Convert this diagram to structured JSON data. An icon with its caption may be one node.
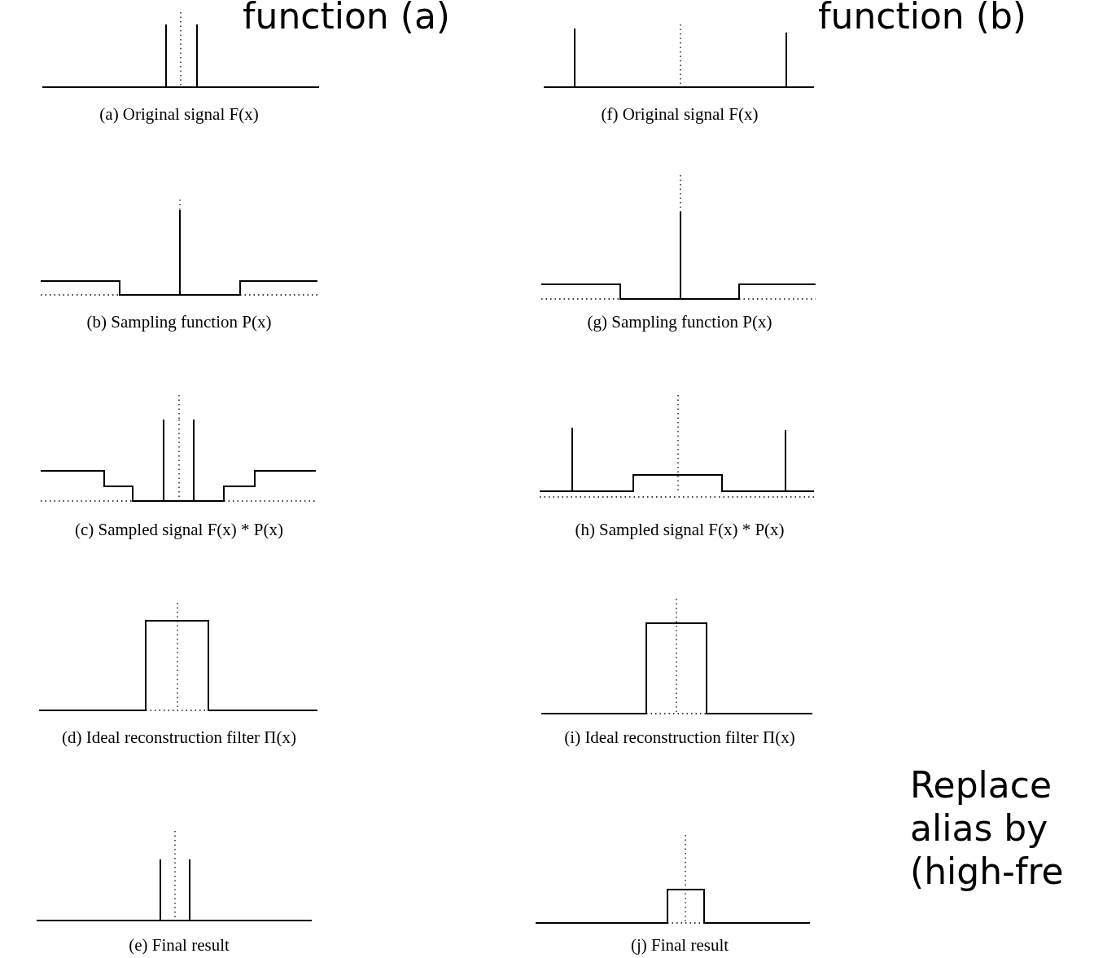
{
  "diagram": {
    "labels": [
      "function (a)",
      "function (b)",
      "(a) Original signal F(x)",
      "(f) Original signal F(x)",
      "(b) Sampling function P(x)",
      "(g) Sampling function P(x)",
      "(c) Sampled signal F(x) * P(x)",
      "(h) Sampled signal F(x) * P(x)",
      "(d) Ideal reconstruction filter Π(x)",
      "(i) Ideal reconstruction filter Π(x)",
      "(e) Final result",
      "(j) Final result",
      "Replace alias by (high-fre"
    ]
  }
}
